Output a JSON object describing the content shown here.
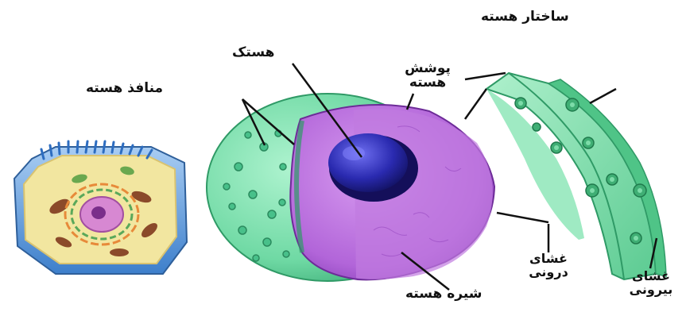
{
  "labels": {
    "title": "ساختار هسته",
    "nucleolus": "هستک",
    "nuclear_pores": "منافذ هسته",
    "nuclear_envelope": "پوشش هسته",
    "inner_membrane": "غشای درونی",
    "outer_membrane": "غشای بیرونی",
    "nucleoplasm": "شیره هسته"
  },
  "colors": {
    "envelope_green": "#7fe0b0",
    "envelope_dark": "#3fb27a",
    "nucleoplasm_purple": "#b565d8",
    "nucleolus_blue": "#2a2aa8",
    "cell_membrane_blue": "#4a8fd8",
    "cytoplasm_yellow": "#f2e6a0",
    "line": "#111111"
  }
}
